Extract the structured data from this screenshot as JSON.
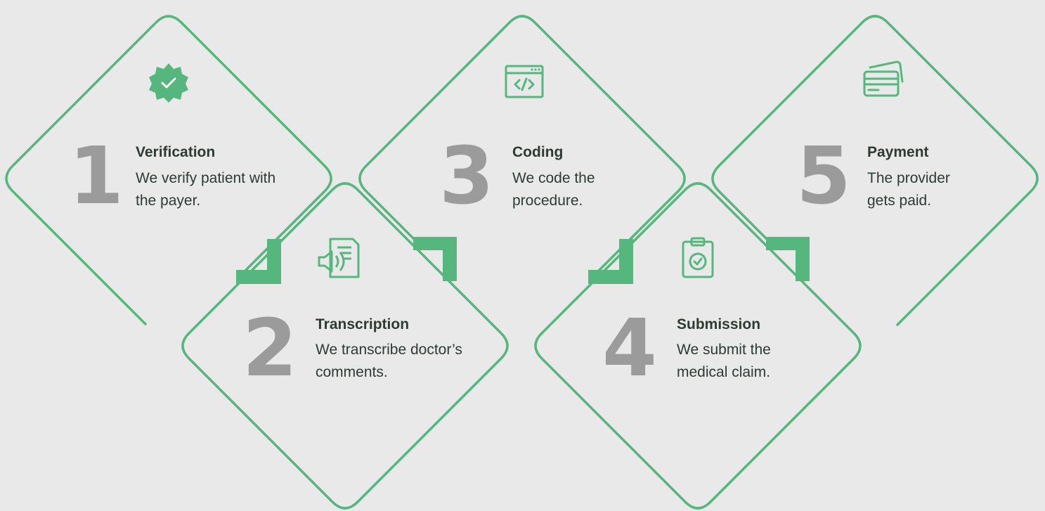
{
  "accent_color": "#55b77d",
  "number_color": "#9b9b9b",
  "text_color": "#2f3a33",
  "steps": [
    {
      "number": "1",
      "title": "Verification",
      "description": "We verify patient with the payer.",
      "icon": "verified-badge-icon"
    },
    {
      "number": "2",
      "title": "Transcription",
      "description": "We transcribe doctor’s comments.",
      "icon": "audio-document-icon"
    },
    {
      "number": "3",
      "title": "Coding",
      "description": "We code the procedure.",
      "icon": "code-window-icon"
    },
    {
      "number": "4",
      "title": "Submission",
      "description": "We submit the medical claim.",
      "icon": "clipboard-check-icon"
    },
    {
      "number": "5",
      "title": "Payment",
      "description": "The provider gets paid.",
      "icon": "credit-cards-icon"
    }
  ]
}
